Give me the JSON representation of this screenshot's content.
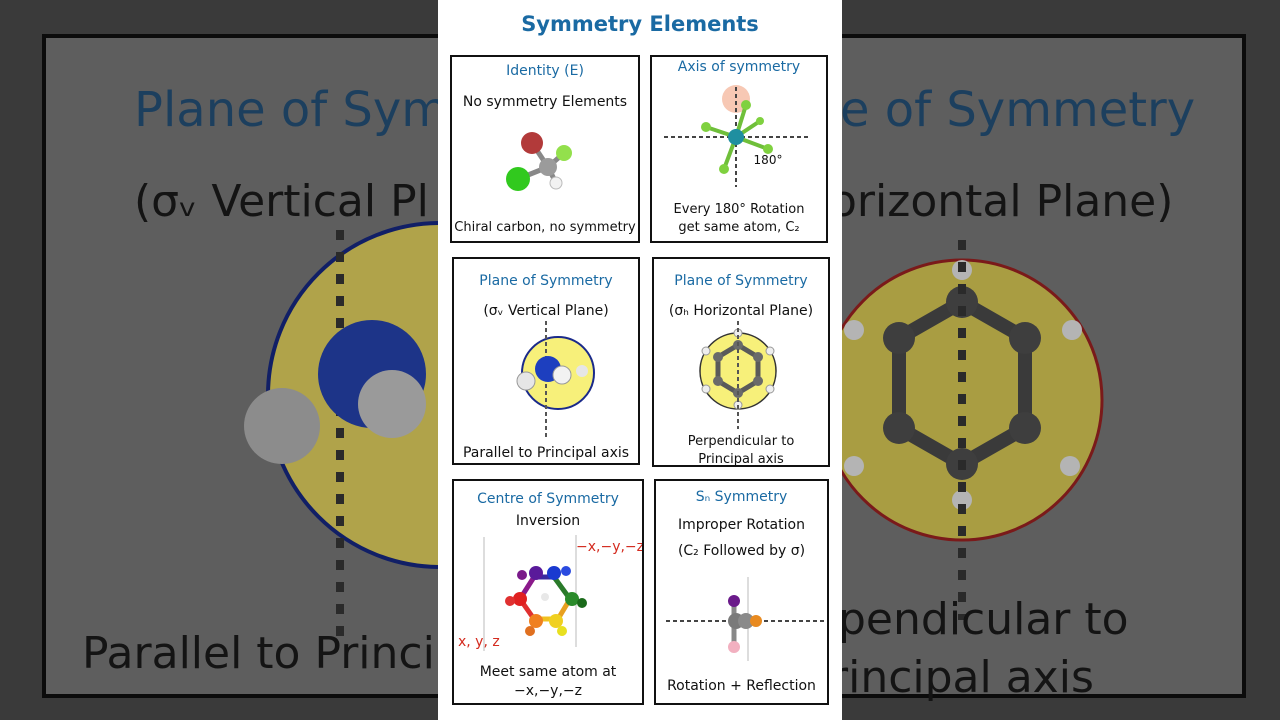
{
  "title": "Symmetry Elements",
  "background": {
    "left_title": "Plane of Sym",
    "left_subtitle": "(σᵥ Vertical Pl",
    "left_caption": "Parallel to Princi",
    "right_title": "e of Symmetry",
    "right_subtitle": "orizontal Plane)",
    "right_caption_1": "pendicular to",
    "right_caption_2": "rincipal axis"
  },
  "cards": {
    "identity": {
      "title": "Identity (E)",
      "subtitle": "No symmetry Elements",
      "caption": "Chiral carbon, no symmetry"
    },
    "axis": {
      "title": "Axis of symmetry",
      "angle_label": "180°",
      "caption_line1": "Every 180° Rotation",
      "caption_line2": "get same atom, C₂"
    },
    "vertical_plane": {
      "title": "Plane of Symmetry",
      "subtitle": "(σᵥ Vertical Plane)",
      "caption": "Parallel to Principal axis"
    },
    "horizontal_plane": {
      "title": "Plane of Symmetry",
      "subtitle": "(σₕ Horizontal Plane)",
      "caption_line1": "Perpendicular to",
      "caption_line2": "Principal axis"
    },
    "centre": {
      "title": "Centre of Symmetry",
      "subtitle": "Inversion",
      "label_neg": "−x,−y,−z",
      "label_pos": "x, y, z",
      "caption_line1": "Meet same atom at",
      "caption_line2": "−x,−y,−z"
    },
    "sn": {
      "title": "Sₙ Symmetry",
      "subtitle": "Improper Rotation",
      "subtitle2": "(C₂ Followed by σ)",
      "caption": "Rotation + Reflection"
    }
  },
  "colors": {
    "title_blue": "#1a6aa3",
    "label_red": "#d42b1f",
    "plane_yellow": "#f7f07a",
    "nitrogen_blue": "#1d3fbf",
    "chlorine_green": "#31c91e"
  }
}
